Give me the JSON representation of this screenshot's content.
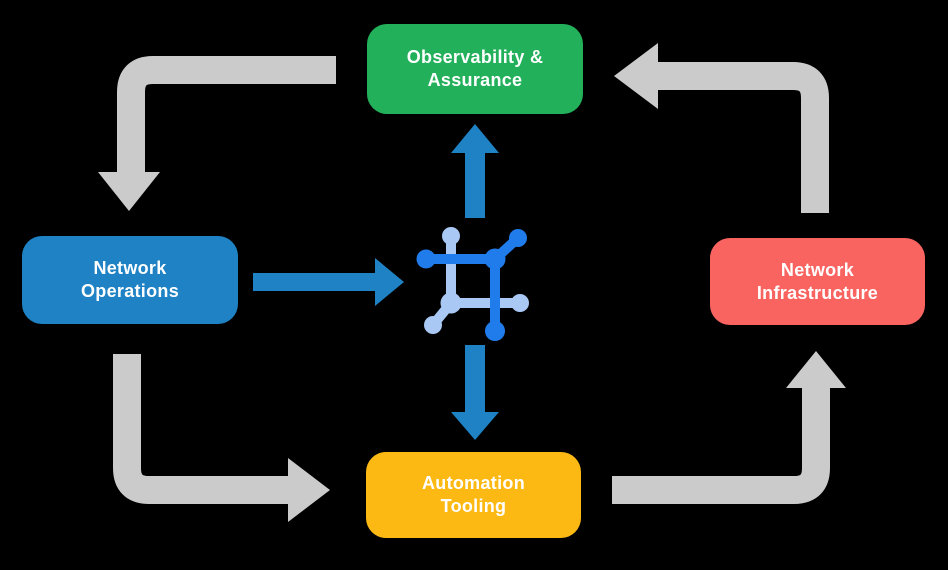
{
  "diagram": {
    "nodes": [
      {
        "id": "observability-assurance",
        "label": "Observability &\nAssurance"
      },
      {
        "id": "network-operations",
        "label": "Network\nOperations"
      },
      {
        "id": "network-infrastructure",
        "label": "Network\nInfrastructure"
      },
      {
        "id": "automation-tooling",
        "label": "Automation\nTooling"
      }
    ],
    "center_icon": "network-topology-icon",
    "cycle_arrows": [
      "observability-to-operations",
      "operations-to-automation",
      "automation-to-infrastructure",
      "infrastructure-to-observability"
    ],
    "blue_arrows": [
      "operations-to-center",
      "center-to-observability",
      "center-to-automation"
    ]
  },
  "colors": {
    "background": "#000000",
    "green": "#22B05A",
    "blue": "#1E82C4",
    "red": "#F96461",
    "yellow": "#FDB913",
    "arrow_gray": "#CBCBCB",
    "arrow_blue": "#1E82C4",
    "icon_blue": "#1F7CEA",
    "icon_light": "#A9C8F4",
    "text_white": "#FFFFFF"
  }
}
